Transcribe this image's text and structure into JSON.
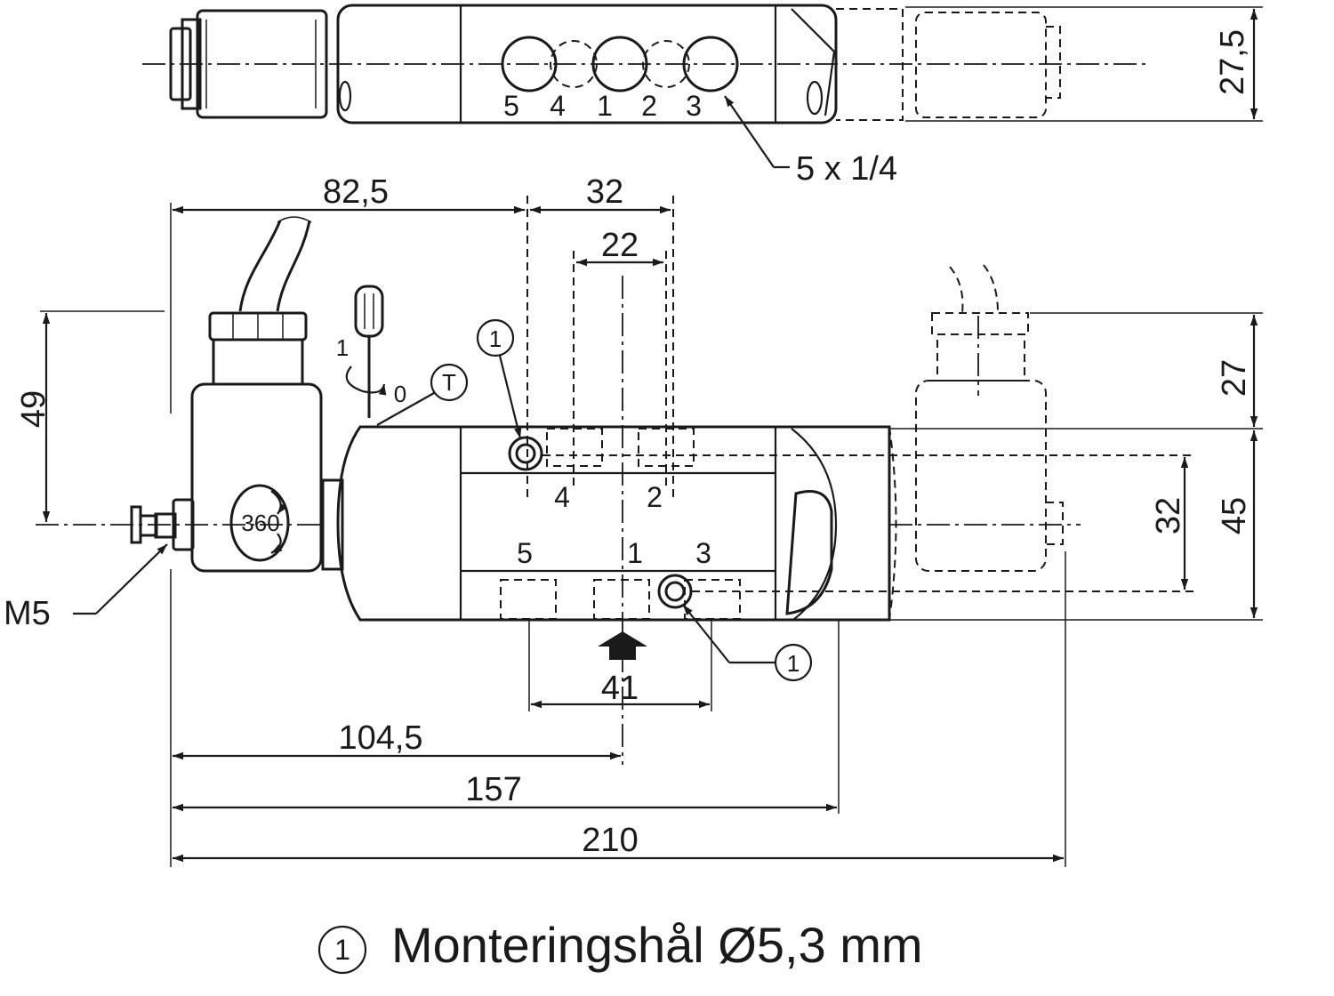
{
  "dimensions": {
    "top_height": "27,5",
    "left_offset": "82,5",
    "port_spacing_outer": "32",
    "port_spacing_inner": "22",
    "coil_height": "49",
    "side_coil_height": "27",
    "mount_spacing": "32",
    "body_height": "45",
    "bottom_port_span": "41",
    "center_position": "104,5",
    "body_length": "157",
    "overall_length": "210"
  },
  "labels": {
    "port_callout": "5 x 1/4",
    "thread": "M5",
    "switch_on": "1",
    "switch_off": "0",
    "rotation": "360",
    "marker": "1",
    "t_symbol": "T"
  },
  "top_ports": [
    "5",
    "4",
    "1",
    "2",
    "3"
  ],
  "side_top_ports": [
    "4",
    "2"
  ],
  "side_bottom_ports": [
    "5",
    "1",
    "3"
  ],
  "legend": {
    "marker": "1",
    "text": "Monteringshål Ø5,3 mm"
  }
}
